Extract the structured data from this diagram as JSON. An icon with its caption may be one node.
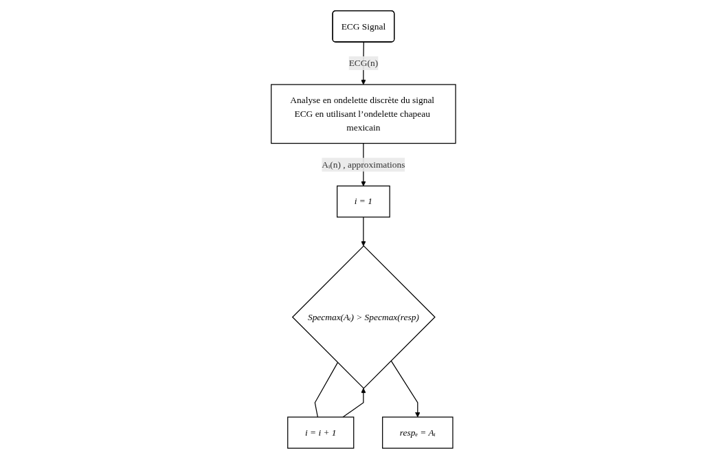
{
  "diagram": {
    "nodes": [
      {
        "text": [
          "ECG Signal"
        ]
      },
      {
        "text": [
          "Analyse en ondelette discrète du signal ECG en utilisant l’ondelette chapeau mexicain"
        ]
      },
      {
        "text": [
          "i = 1"
        ]
      },
      {
        "text": [
          "i = i + 1"
        ]
      },
      {
        "text": [
          "Specmax(Aᵢ) > Specmax(resp)"
        ]
      },
      {
        "text": [
          "respₑ = Aᵢ"
        ]
      }
    ],
    "edges": [
      {
        "from": 0,
        "to": 1,
        "label": "ECG(n)",
        "arrow": "to"
      },
      {
        "from": 1,
        "to": 2,
        "label": "Aᵢ(n) , approximations",
        "arrow": "to"
      },
      {
        "from": 2,
        "to": 4,
        "arrow": "to"
      },
      {
        "from": 4,
        "to": 3,
        "arrow": "none"
      },
      {
        "from": 3,
        "to": 4,
        "arrow": "to"
      },
      {
        "from": 4,
        "to": 5,
        "arrow": "to"
      }
    ]
  }
}
